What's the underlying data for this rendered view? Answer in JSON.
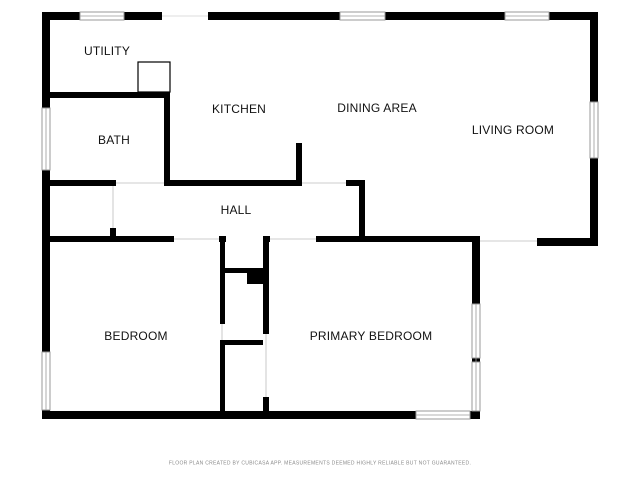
{
  "rooms": {
    "utility": "UTILITY",
    "kitchen": "KITCHEN",
    "dining_area": "DINING AREA",
    "living_room": "LIVING ROOM",
    "bath": "BATH",
    "hall": "HALL",
    "bedroom": "BEDROOM",
    "primary_bedroom": "PRIMARY BEDROOM"
  },
  "footer": "FLOOR PLAN CREATED BY CUBICASA APP. MEASUREMENTS DEEMED HIGHLY RELIABLE BUT NOT GUARANTEED.",
  "colors": {
    "wall": "#000000",
    "window": "#9a9a9a",
    "background": "#ffffff"
  }
}
